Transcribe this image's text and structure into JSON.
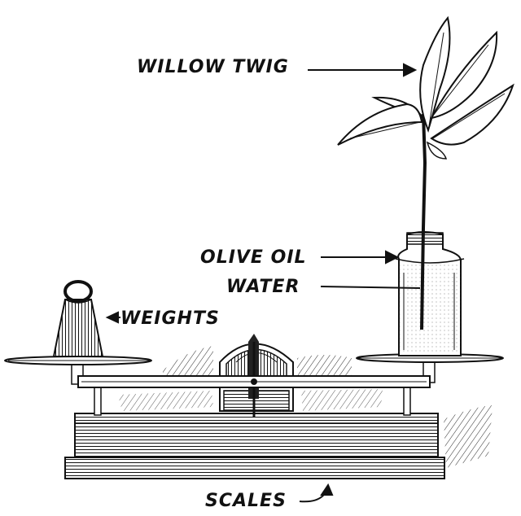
{
  "labels": {
    "willow_twig": "WILLOW TWIG",
    "olive_oil": "OLIVE OIL",
    "water": "WATER",
    "weights": "WEIGHTS",
    "scales": "SCALES"
  },
  "colors": {
    "ink": "#111111",
    "paper": "#ffffff"
  }
}
